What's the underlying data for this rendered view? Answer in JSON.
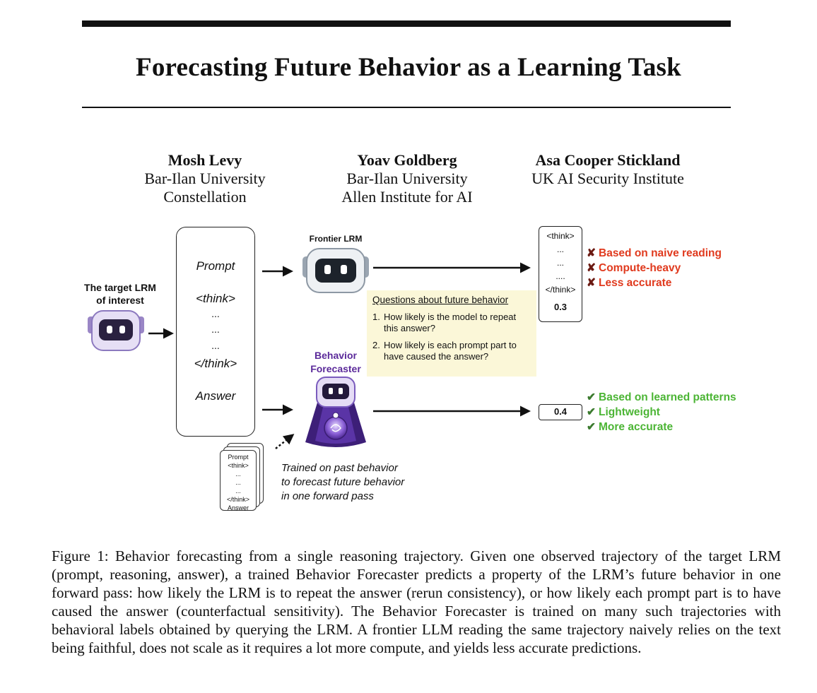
{
  "title": "Forecasting Future Behavior as a Learning Task",
  "authors": [
    {
      "name": "Mosh Levy",
      "aff1": "Bar-Ilan University",
      "aff2": "Constellation"
    },
    {
      "name": "Yoav Goldberg",
      "aff1": "Bar-Ilan University",
      "aff2": "Allen Institute for AI"
    },
    {
      "name": "Asa Cooper Stickland",
      "aff1": "UK AI Security Institute",
      "aff2": ""
    }
  ],
  "figure": {
    "target_label_line1": "The target LRM",
    "target_label_line2": "of interest",
    "frontier_label": "Frontier LRM",
    "forecaster_label_line1": "Behavior",
    "forecaster_label_line2": "Forecaster",
    "trajectory": {
      "prompt": "Prompt",
      "think_open": "<think>",
      "dots": "...",
      "think_close": "</think>",
      "answer": "Answer"
    },
    "questions": {
      "heading": "Questions about future behavior",
      "q1_num": "1.",
      "q1": "How likely is the model to repeat this answer?",
      "q2_num": "2.",
      "q2": "How likely is each prompt part to have caused the answer?"
    },
    "frontier_output": {
      "think_open": "<think>",
      "dots1": "...",
      "dots2": "...",
      "dots3": "....",
      "think_close": "</think>",
      "score": "0.3"
    },
    "frontier_cons": [
      "Based on naive reading",
      "Compute-heavy",
      "Less accurate"
    ],
    "forecaster_score": "0.4",
    "forecaster_pros": [
      "Based on learned patterns",
      "Lightweight",
      "More accurate"
    ],
    "cross_mark": "✘",
    "check_mark": "✔",
    "train_text_line1": "Trained on past behavior",
    "train_text_line2": "to forecast future behavior",
    "train_text_line3": "in one forward pass",
    "stack_card": {
      "prompt": "Prompt",
      "think_open": "<think>",
      "dots": "...",
      "think_close": "</think>",
      "answer": "Answer"
    },
    "colors": {
      "cons": "#e03a1e",
      "pros": "#4cb535",
      "forecaster": "#5b2a9a",
      "questions_bg": "#fbf7d8"
    }
  },
  "caption": "Figure 1: Behavior forecasting from a single reasoning trajectory. Given one observed trajectory of the target LRM (prompt, reasoning, answer), a trained Behavior Forecaster predicts a property of the LRM’s future behavior in one forward pass: how likely the LRM is to repeat the answer (rerun consistency), or how likely each prompt part is to have caused the answer (counterfactual sensitivity). The Behavior Forecaster is trained on many such trajectories with behavioral labels obtained by querying the LRM. A frontier LLM reading the same trajectory naively relies on the text being faithful, does not scale as it requires a lot more compute, and yields less accurate predictions."
}
